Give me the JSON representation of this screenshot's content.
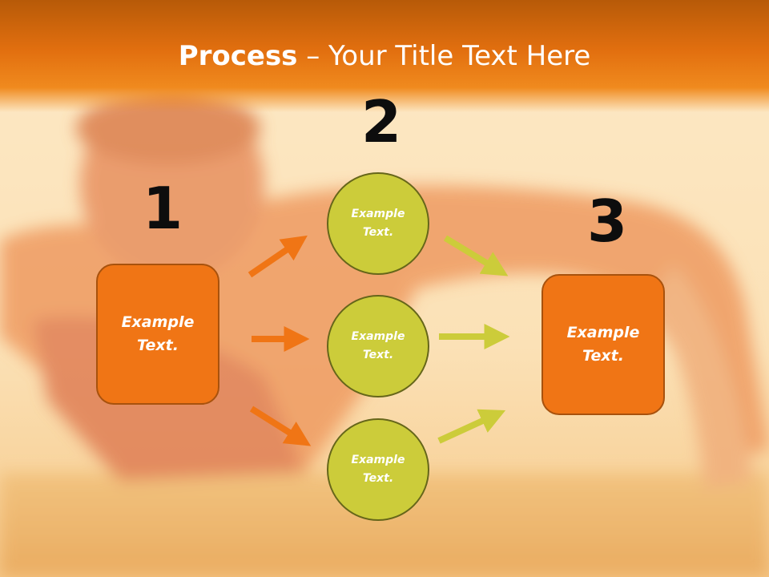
{
  "title": {
    "bold": "Process",
    "rest": " – Your Title Text Here"
  },
  "steps": {
    "step1_number": "1",
    "step2_number": "2",
    "step3_number": "3"
  },
  "box_left": {
    "label": "Example Text."
  },
  "box_right": {
    "label": "Example Text."
  },
  "circles": [
    {
      "label": "Example Text."
    },
    {
      "label": "Example Text."
    },
    {
      "label": "Example Text."
    }
  ],
  "colors": {
    "header_orange": "#e26f0f",
    "box_orange": "#f07515",
    "circle_green": "#cccc3a",
    "arrow_orange": "#f07515",
    "arrow_green": "#cccc3a"
  }
}
